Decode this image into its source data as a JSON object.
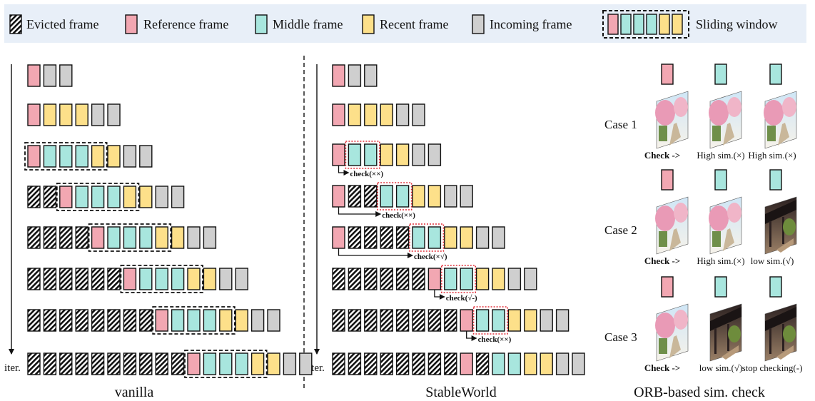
{
  "legend": {
    "evicted": "Evicted frame",
    "reference": "Reference frame",
    "middle": "Middle frame",
    "recent": "Recent frame",
    "incoming": "Incoming frame",
    "window": "Sliding window"
  },
  "colors": {
    "legend_bg": "#e8eff8",
    "reference": "#f2a7b2",
    "middle": "#a8e6de",
    "recent": "#fde08a",
    "incoming": "#cfcfcf",
    "check_box": "#e0303a"
  },
  "iter_label": "iter.",
  "panels": {
    "vanilla": "vanilla",
    "stableworld": "StableWorld",
    "orb": "ORB-based sim. check"
  },
  "checks": [
    "check(××)",
    "check(××)",
    "check(×√)",
    "check(√-)",
    "check(××)"
  ],
  "cases": [
    {
      "label": "Case 1",
      "captions": [
        "Check ->",
        "High sim.(×)",
        "High sim.(×)"
      ]
    },
    {
      "label": "Case 2",
      "captions": [
        "Check ->",
        "High sim.(×)",
        "low sim.(√)"
      ]
    },
    {
      "label": "Case 3",
      "captions": [
        "Check   ->",
        "low sim.(√)",
        "stop checking(-)"
      ]
    }
  ]
}
